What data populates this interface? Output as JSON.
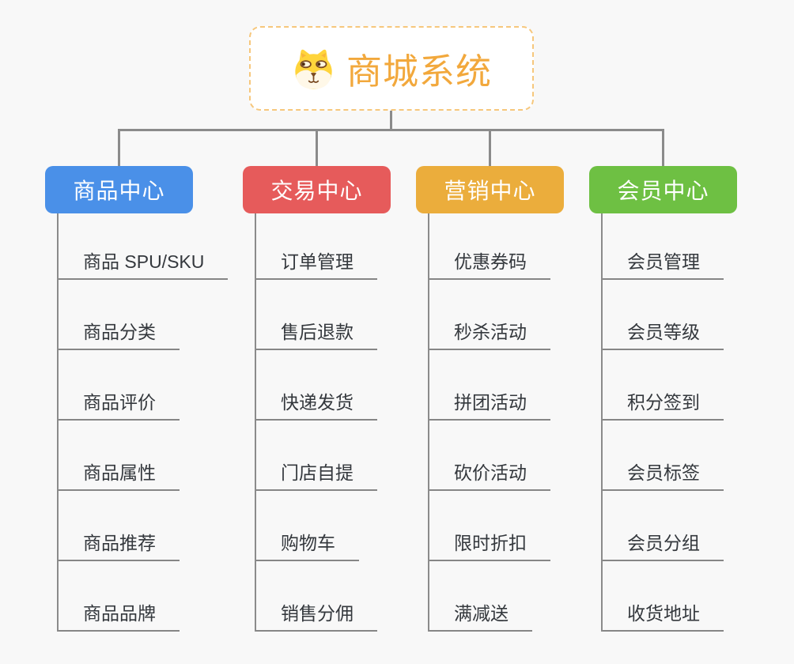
{
  "root": {
    "title": "商城系统",
    "icon": "dog-face-icon"
  },
  "branches": [
    {
      "label": "商品中心",
      "color": "#4A90E8",
      "items": [
        "商品 SPU/SKU",
        "商品分类",
        "商品评价",
        "商品属性",
        "商品推荐",
        "商品品牌"
      ]
    },
    {
      "label": "交易中心",
      "color": "#E65B5B",
      "items": [
        "订单管理",
        "售后退款",
        "快递发货",
        "门店自提",
        "购物车",
        "销售分佣"
      ]
    },
    {
      "label": "营销中心",
      "color": "#EBAD3C",
      "items": [
        "优惠券码",
        "秒杀活动",
        "拼团活动",
        "砍价活动",
        "限时折扣",
        "满减送"
      ]
    },
    {
      "label": "会员中心",
      "color": "#6EC043",
      "items": [
        "会员管理",
        "会员等级",
        "积分签到",
        "会员标签",
        "会员分组",
        "收货地址"
      ]
    }
  ],
  "colors": {
    "background": "#F8F8F8",
    "connector": "#8B8B8B",
    "item_underline": "#868686",
    "item_text": "#34383D",
    "root_text": "#F2A83C",
    "root_border": "#F6C77C",
    "branch_text": "#FFFFFF"
  }
}
